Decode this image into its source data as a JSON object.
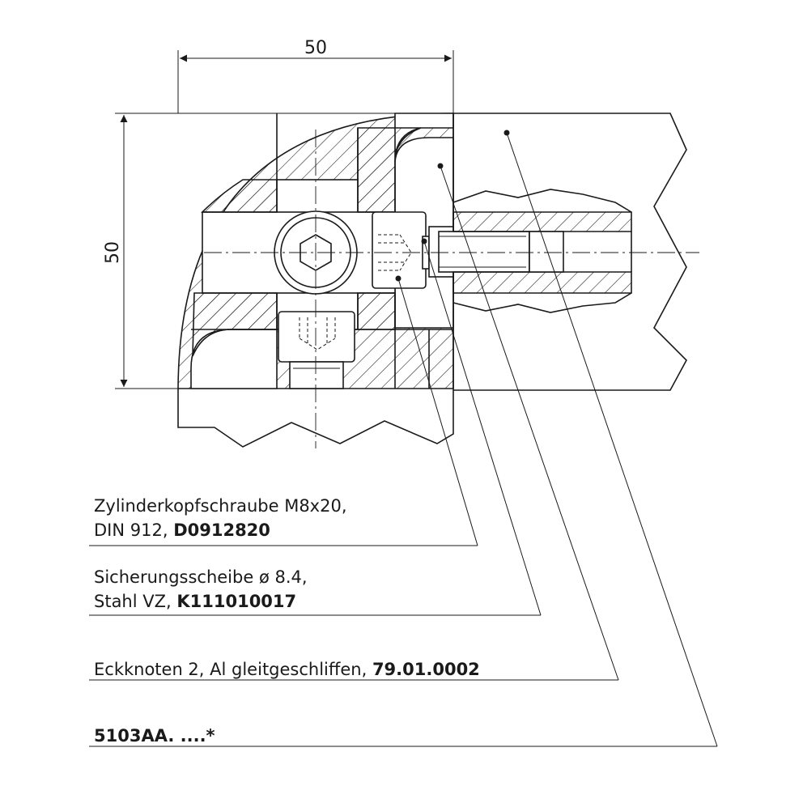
{
  "dimensions": {
    "width_label": "50",
    "height_label": "50"
  },
  "callouts": [
    {
      "line1": "Zylinderkopfschraube M8x20,",
      "line2_prefix": "DIN 912, ",
      "line2_code": "D0912820"
    },
    {
      "line1": "Sicherungsscheibe ø 8.4,",
      "line2_prefix": "Stahl VZ, ",
      "line2_code": "K111010017"
    },
    {
      "line1_prefix": "Eckknoten 2, Al gleitgeschliffen, ",
      "line1_code": "79.01.0002"
    },
    {
      "line1_code": "5103AA. ....*"
    }
  ]
}
